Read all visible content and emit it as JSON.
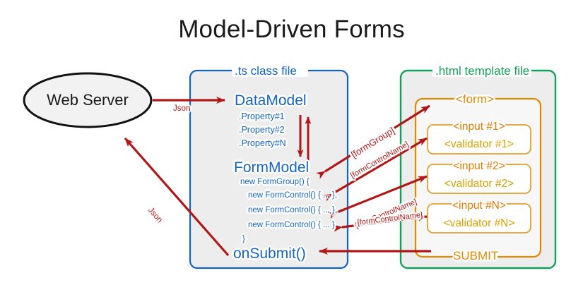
{
  "title": "Model-Driven Forms",
  "server": {
    "label": "Web Server",
    "shape": "ellipse-icon"
  },
  "flows": {
    "request_label": "Json",
    "response_label": "Json",
    "formgroup_label": "[formGroup]",
    "formcontrolname_1": "[formControlName]",
    "formcontrolname_2": "[formControlName]",
    "formcontrolname_3": "[formControlName]"
  },
  "ts_panel": {
    "legend": ".ts class file",
    "data_model": {
      "title": "DataModel",
      "properties": [
        ".Property#1",
        ".Property#2",
        ".Property#N"
      ]
    },
    "form_model": {
      "title": "FormModel",
      "code_lines": [
        "new FormGroup() {",
        "new FormControl() { ... },",
        "new FormControl() { ... },",
        "new FormControl() { ... }",
        "}"
      ]
    },
    "on_submit": "onSubmit()"
  },
  "html_panel": {
    "legend": ".html template file",
    "form": {
      "tag": "<form>",
      "submit": "SUBMIT",
      "fields": [
        {
          "input": "<input #1>",
          "validator": "<validator #1>"
        },
        {
          "input": "<input #2>",
          "validator": "<validator #2>"
        },
        {
          "input": "<input #N>",
          "validator": "<validator #N>"
        }
      ]
    }
  },
  "colors": {
    "blue": "#1565C0",
    "green": "#13A05A",
    "orange": "#E07B00",
    "gold": "#D9A100",
    "red": "#B01818",
    "panel_fill": "#EDEDED",
    "black": "#1a1a1a"
  }
}
